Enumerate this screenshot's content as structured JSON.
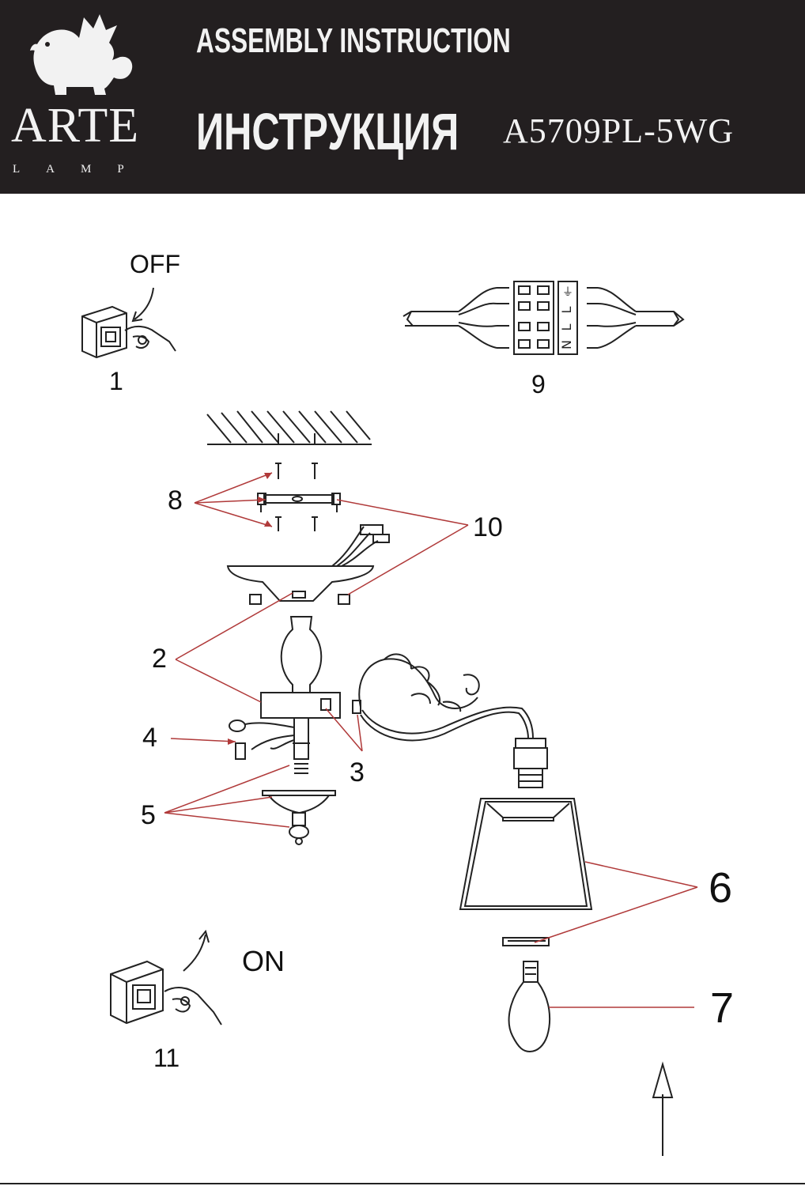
{
  "header": {
    "brand": "ARTE",
    "brand_sub": "LAMP",
    "title_en": "ASSEMBLY INSTRUCTION",
    "title_ru": "ИНСТРУКЦИЯ",
    "model": "A5709PL-5WG"
  },
  "switch_off": {
    "caption": "OFF",
    "step": "1"
  },
  "switch_on": {
    "caption": "ON",
    "step": "11"
  },
  "terminal": {
    "step": "9",
    "markings": [
      "⏚",
      "L",
      "L",
      "N"
    ]
  },
  "callouts": {
    "c2": "2",
    "c3": "3",
    "c4": "4",
    "c5": "5",
    "c6": "6",
    "c7": "7",
    "c8": "8",
    "c10": "10"
  },
  "colors": {
    "header_bg": "#231f20",
    "header_text": "#f2f2f2",
    "leader": "#b03a3a",
    "line": "#222222"
  },
  "icons": [
    "winged-lion-logo-icon",
    "light-switch-icon",
    "hand-icon",
    "arrow-icon",
    "terminal-block-icon"
  ]
}
